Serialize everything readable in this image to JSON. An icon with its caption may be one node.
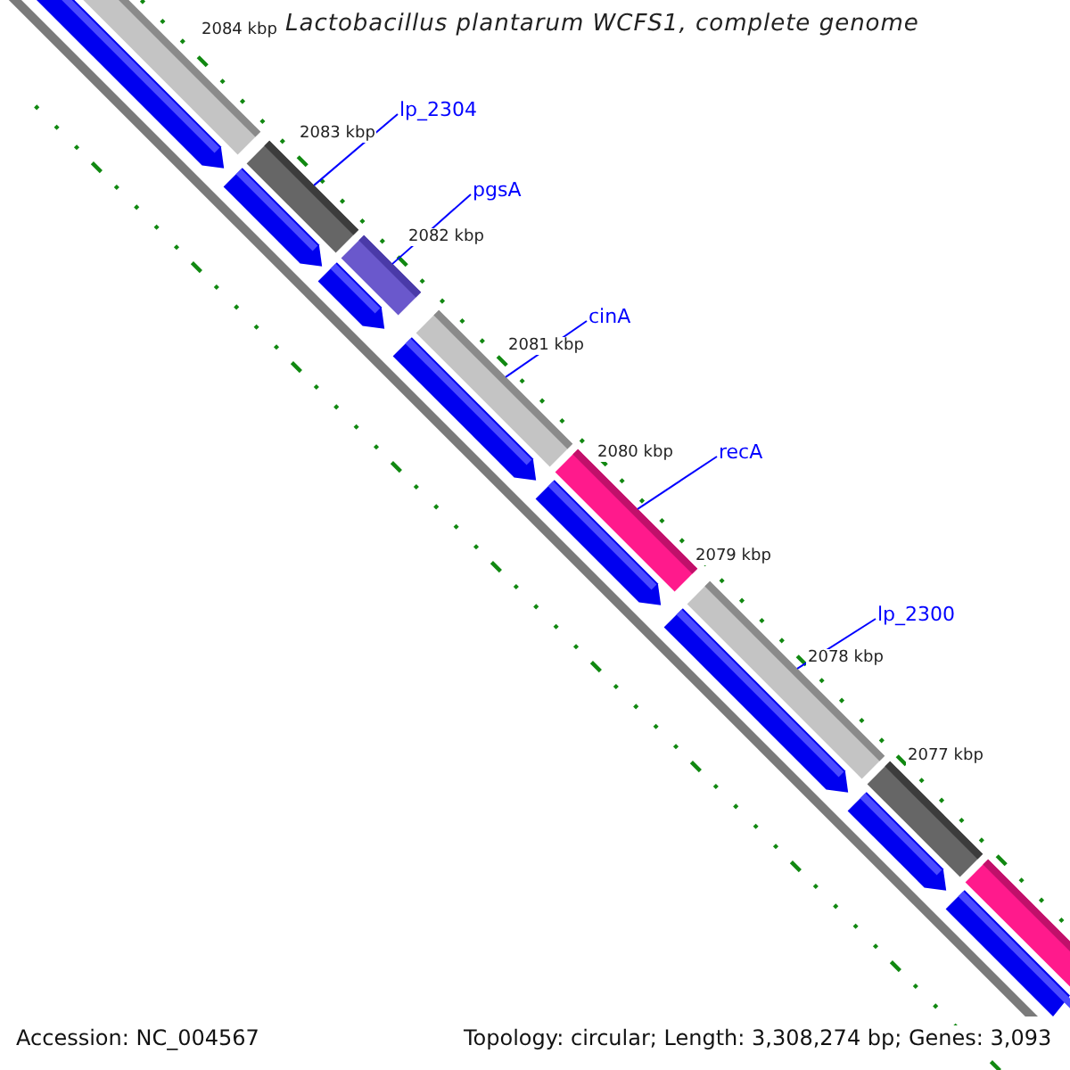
{
  "diagram": {
    "title": "Lactobacillus plantarum WCFS1, complete genome",
    "nodes": [
      {
        "text": [
          "lp_2304"
        ]
      },
      {
        "text": [
          "pgsA"
        ]
      },
      {
        "text": [
          "cinA"
        ]
      },
      {
        "text": [
          "recA"
        ]
      },
      {
        "text": [
          "lp_2300"
        ]
      },
      {
        "text": [],
        "shape": "bar"
      },
      {
        "text": [],
        "shape": "bar"
      },
      {
        "text": [],
        "shape": "bar"
      },
      {
        "text": [],
        "shape": "bar"
      },
      {
        "text": [],
        "shape": "bar"
      },
      {
        "text": [],
        "shape": "bar"
      },
      {
        "text": [],
        "shape": "bar"
      },
      {
        "text": [],
        "shape": "bar"
      },
      {
        "text": [],
        "shape": "arrow"
      },
      {
        "text": [],
        "shape": "arrow"
      },
      {
        "text": [],
        "shape": "arrow"
      },
      {
        "text": [],
        "shape": "arrow"
      },
      {
        "text": [],
        "shape": "arrow"
      },
      {
        "text": [],
        "shape": "arrow"
      },
      {
        "text": [],
        "shape": "arrow"
      },
      {
        "text": [],
        "shape": "arrow"
      }
    ],
    "edges": [
      {
        "from": 0,
        "to": 6,
        "arrow": "none"
      },
      {
        "from": 1,
        "to": 7,
        "arrow": "none"
      },
      {
        "from": 2,
        "to": 8,
        "arrow": "none"
      },
      {
        "from": 3,
        "to": 9,
        "arrow": "none"
      },
      {
        "from": 4,
        "to": 10,
        "arrow": "none"
      }
    ],
    "labels": [
      "2084 kbp",
      "2083 kbp",
      "2082 kbp",
      "2081 kbp",
      "2080 kbp",
      "2079 kbp",
      "2078 kbp",
      "2077 kbp",
      "Accession: NC_004567",
      "Topology: circular; Length: 3,308,274 bp; Genes: 3,093"
    ]
  }
}
